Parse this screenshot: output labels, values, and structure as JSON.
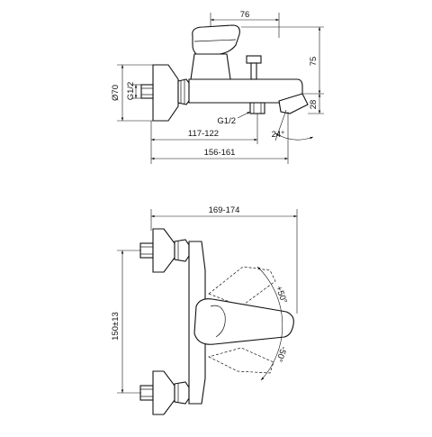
{
  "dimensions": {
    "top": {
      "handle_width": "76",
      "height": "75",
      "diameter": "Ø70",
      "thread_left": "G1/2",
      "spout_drop": "28",
      "thread_outlet": "G1/2",
      "projection_short": "117-122",
      "spout_angle": "24°",
      "projection_long": "156-161"
    },
    "bottom": {
      "overall_width": "169-174",
      "center_distance": "150±13",
      "rotation_up": "+50°",
      "rotation_down": "-50°"
    }
  }
}
